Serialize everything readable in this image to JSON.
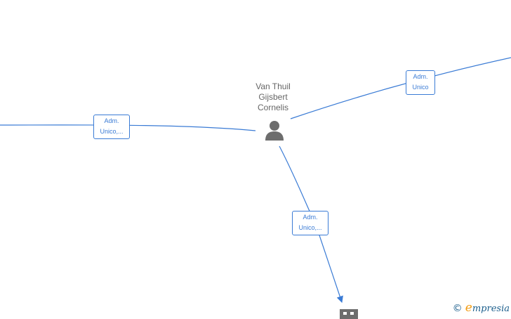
{
  "center_node": {
    "name_lines": [
      "Van Thuil",
      "Gijsbert",
      "Cornelis"
    ],
    "icon": "person-icon"
  },
  "target_node": {
    "icon": "building-icon"
  },
  "edges": [
    {
      "label_lines": [
        "Adm.",
        "Unico,..."
      ]
    },
    {
      "label_lines": [
        "Adm.",
        "Unico"
      ]
    },
    {
      "label_lines": [
        "Adm.",
        "Unico,..."
      ]
    }
  ],
  "watermark": {
    "symbol": "©",
    "brand_initial": "e",
    "brand_rest": "mpresia"
  },
  "colors": {
    "edge": "#3a7bd5",
    "node_icon": "#6d6d6d",
    "brand": "#1b5e8c",
    "brand_accent": "#f39c12"
  }
}
